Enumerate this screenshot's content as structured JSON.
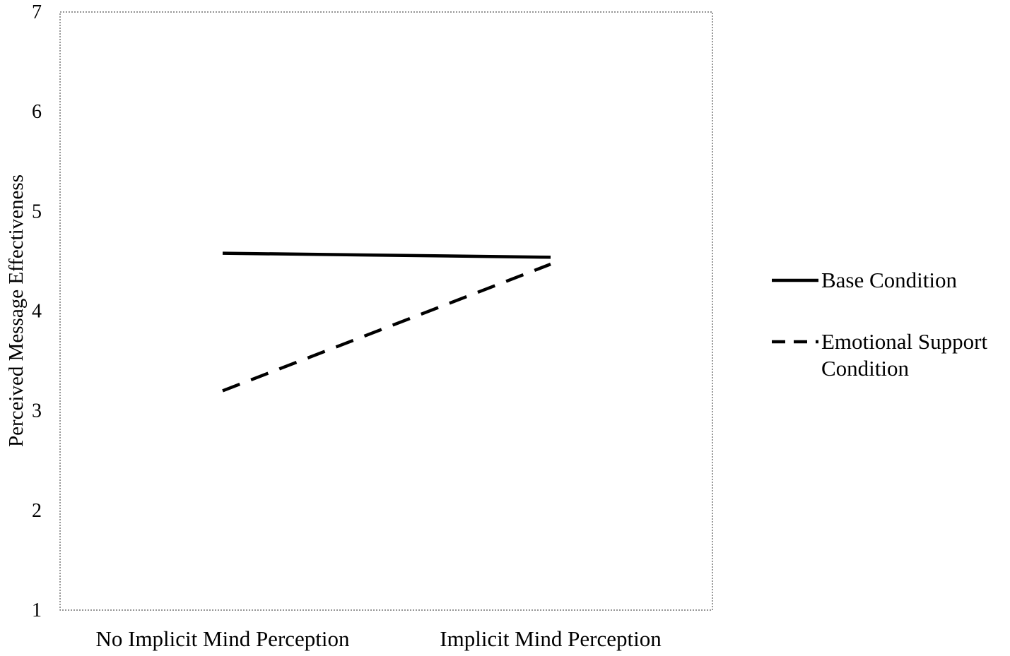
{
  "chart_data": {
    "type": "line",
    "title": "",
    "xlabel": "",
    "ylabel": "Perceived Message Effectiveness",
    "categories": [
      "No Implicit Mind Perception",
      "Implicit Mind Perception"
    ],
    "ylim": [
      1,
      7
    ],
    "yticks": [
      "1",
      "2",
      "3",
      "4",
      "5",
      "6",
      "7"
    ],
    "grid": false,
    "legend_position": "right",
    "series": [
      {
        "name": "Base Condition",
        "values": [
          4.58,
          4.54
        ],
        "line_style": "solid",
        "color": "#000000"
      },
      {
        "name": "Emotional Support Condition",
        "legend_lines": [
          "Emotional Support",
          "Condition"
        ],
        "values": [
          3.2,
          4.47
        ],
        "line_style": "dashed",
        "color": "#000000"
      }
    ]
  }
}
